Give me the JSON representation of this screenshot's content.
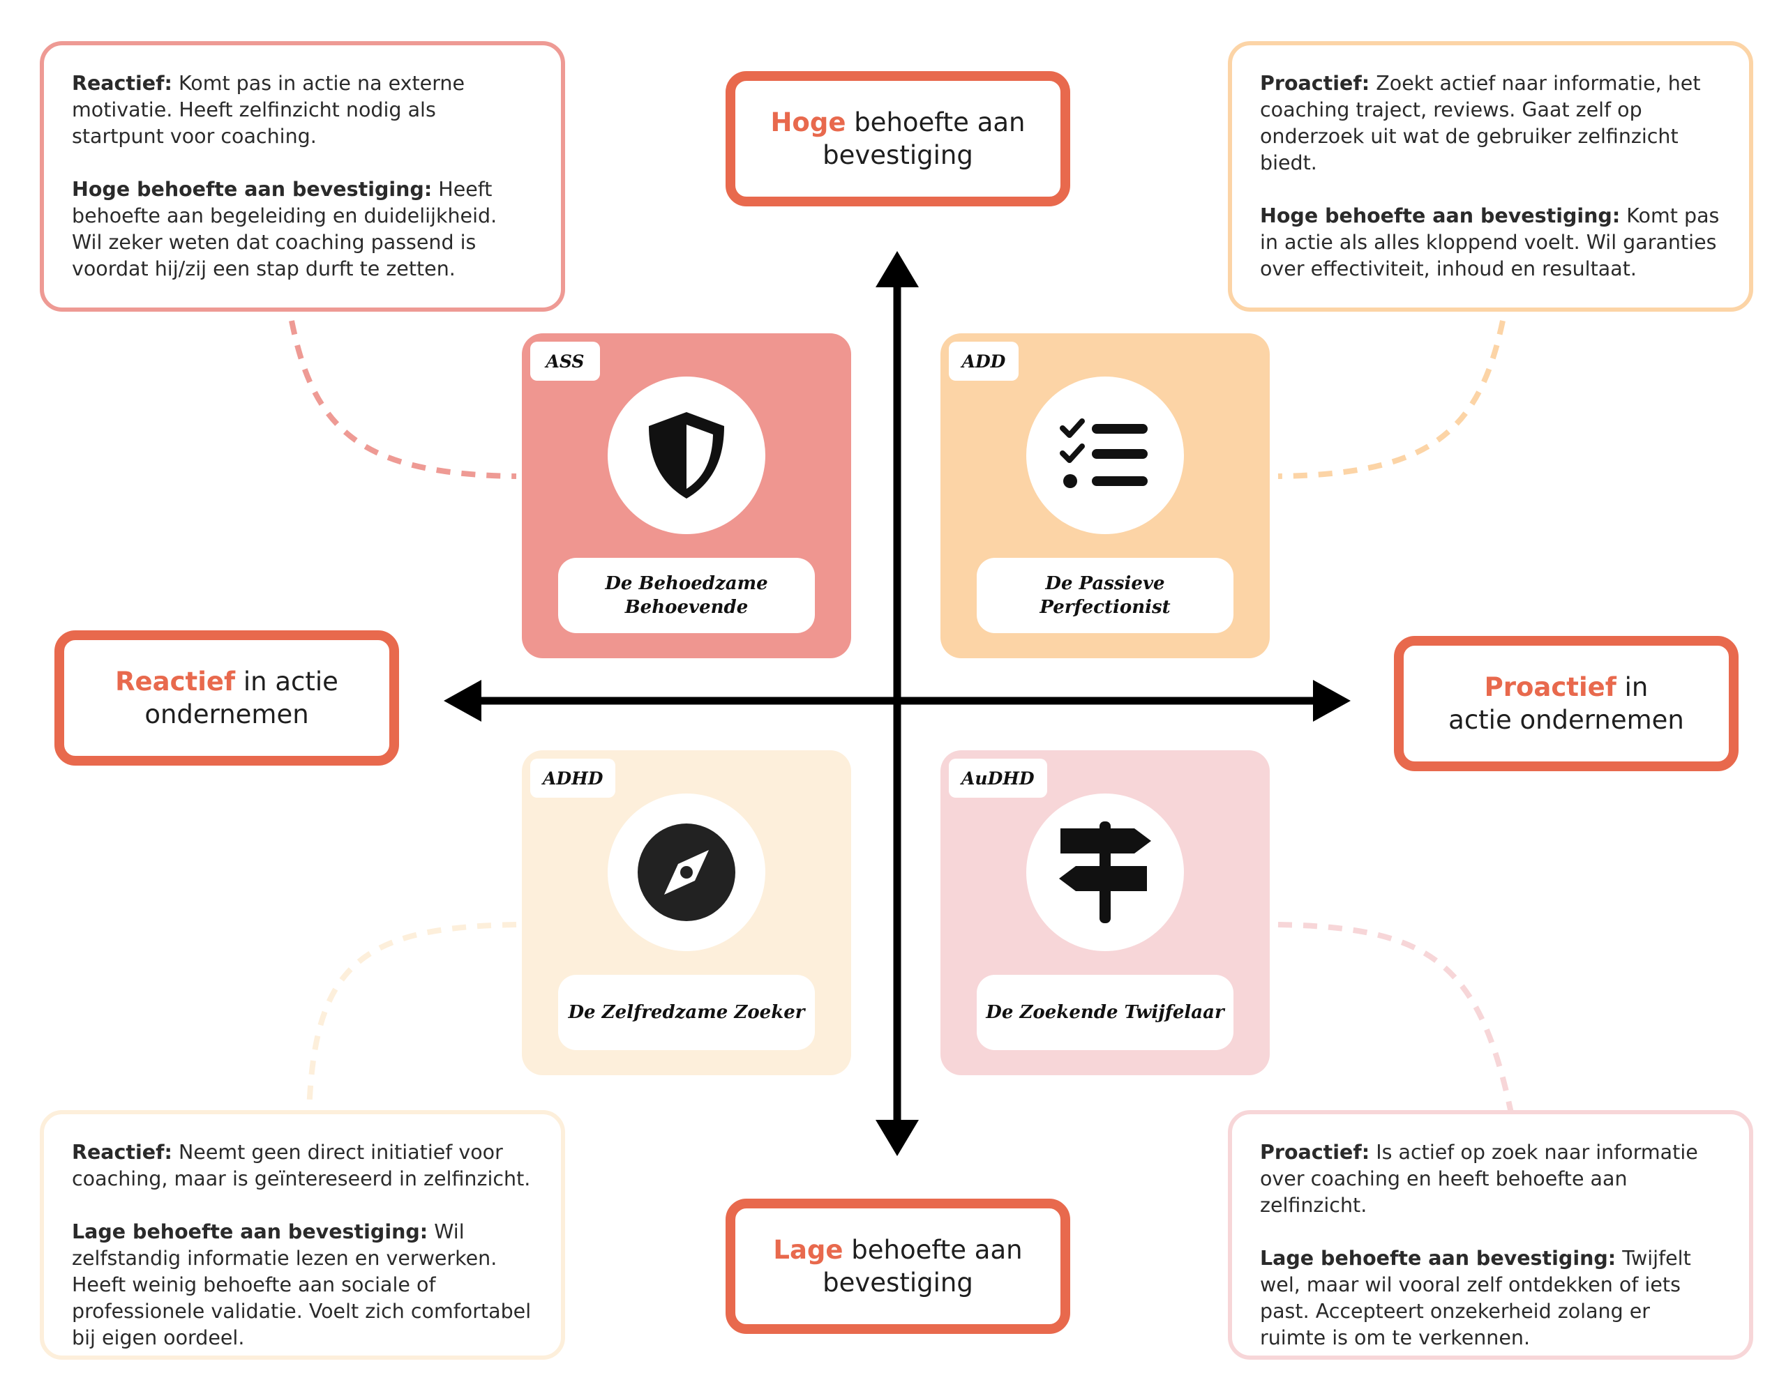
{
  "colors": {
    "accent": "#e8694d",
    "ass_card": "#ef9690",
    "add_card": "#fcd4a6",
    "adhd_card": "#fdefdb",
    "audhd_card": "#f7d6d8"
  },
  "axes": {
    "top": {
      "highlight": "Hoge",
      "rest_line1": " behoefte aan",
      "line2": "bevestiging"
    },
    "bottom": {
      "highlight": "Lage",
      "rest_line1": " behoefte aan",
      "line2": "bevestiging"
    },
    "left": {
      "highlight": "Reactief",
      "rest_line1": " in actie",
      "line2": "ondernemen"
    },
    "right": {
      "highlight": "Proactief",
      "rest_line1": " in",
      "line2": "actie ondernemen"
    }
  },
  "quadrants": {
    "top_left": {
      "tag": "ASS",
      "icon": "shield-icon",
      "name": "De Behoedzame Behoevende",
      "desc1_label": "Reactief:",
      "desc1_text": " Komt pas in actie na externe motivatie. Heeft zelfinzicht nodig als startpunt voor coaching.",
      "desc2_label": "Hoge behoefte aan bevestiging:",
      "desc2_text": " Heeft behoefte aan begeleiding en duidelijkheid. Wil zeker weten dat coaching passend is voordat hij/zij een stap durft te zetten."
    },
    "top_right": {
      "tag": "ADD",
      "icon": "checklist-icon",
      "name": "De Passieve Perfectionist",
      "desc1_label": "Proactief:",
      "desc1_text": " Zoekt actief naar informatie, het coaching traject, reviews. Gaat zelf op onderzoek uit wat de gebruiker zelfinzicht biedt.",
      "desc2_label": "Hoge behoefte aan bevestiging:",
      "desc2_text": " Komt pas in actie als alles kloppend voelt. Wil garanties over effectiviteit, inhoud en resultaat."
    },
    "bottom_left": {
      "tag": "ADHD",
      "icon": "compass-icon",
      "name": "De Zelfredzame Zoeker",
      "desc1_label": "Reactief:",
      "desc1_text": " Neemt geen direct initiatief voor coaching, maar is geïntereseerd in zelfinzicht.",
      "desc2_label": "Lage behoefte aan bevestiging:",
      "desc2_text": " Wil zelfstandig informatie lezen en verwerken. Heeft weinig behoefte aan sociale of professionele validatie. Voelt zich comfortabel bij eigen oordeel."
    },
    "bottom_right": {
      "tag": "AuDHD",
      "icon": "signpost-icon",
      "name": "De Zoekende Twijfelaar",
      "desc1_label": "Proactief:",
      "desc1_text": " Is actief op zoek naar informatie over coaching en heeft behoefte aan zelfinzicht.",
      "desc2_label": "Lage behoefte aan bevestiging:",
      "desc2_text": " Twijfelt wel, maar wil vooral zelf ontdekken of iets past. Accepteert onzekerheid zolang er ruimte is om te verkennen."
    }
  }
}
